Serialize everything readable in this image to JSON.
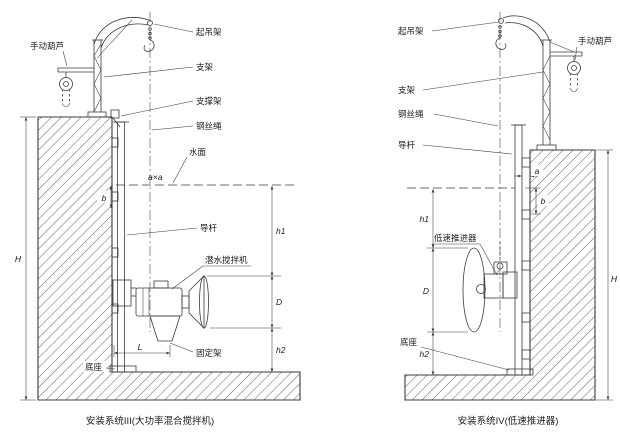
{
  "drawing": {
    "background": "#ffffff",
    "line_color": "#3b3b3b",
    "hatch_color": "#9a9a9a",
    "left": {
      "caption": "安装系统III(大功率混合搅拌机)",
      "labels": {
        "manual_hoist": "手动葫芦",
        "lifting_frame": "起吊架",
        "support": "支架",
        "support_frame": "支撑架",
        "wire_rope": "钢丝绳",
        "water_surface": "水面",
        "guide_rod": "导杆",
        "submersible_mixer": "潜水搅拌机",
        "fixing_frame": "固定架",
        "base": "底座"
      },
      "dimensions": {
        "H": "H",
        "b": "b",
        "axa": "a×a",
        "h1": "h1",
        "D": "D",
        "h2": "h2",
        "L": "L"
      }
    },
    "right": {
      "caption": "安装系统IV(低速推进器)",
      "labels": {
        "lifting_frame": "起吊架",
        "manual_hoist": "手动葫芦",
        "support": "支架",
        "wire_rope": "钢丝绳",
        "guide_rod": "导杆",
        "slow_propeller": "低速推进器",
        "base": "底座"
      },
      "dimensions": {
        "a": "a",
        "b": "b",
        "h1": "h1",
        "D": "D",
        "h2": "h2",
        "H": "H"
      }
    }
  }
}
